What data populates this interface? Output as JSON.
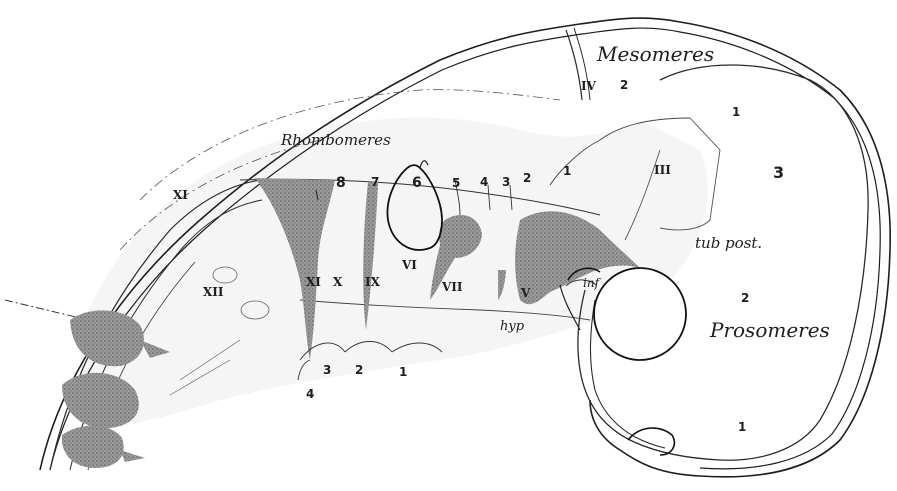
{
  "labels": {
    "mesomeres": "Mesomeres",
    "rhombomeres": "Rhombomeres",
    "prosomeres": "Prosomeres",
    "tub_post": "tub post.",
    "inf": "inf",
    "hyp": "hyp",
    "meso_numbers": [
      "2",
      "1",
      "3"
    ],
    "pros_numbers": [
      "2",
      "1"
    ],
    "rhombo_numbers": [
      "8",
      "7",
      "6",
      "5",
      "4",
      "3",
      "2",
      "1"
    ],
    "pharyngeal_numbers": [
      "4",
      "3",
      "2",
      "1"
    ],
    "cranial_nerves": [
      "IV",
      "III",
      "XI",
      "XII",
      "XI",
      "X",
      "IX",
      "VI",
      "VII",
      "V"
    ]
  },
  "colors": {
    "ink": "#1e1e1e",
    "shade": "#8a8a8a",
    "light_shade": "#c8c8c8"
  }
}
